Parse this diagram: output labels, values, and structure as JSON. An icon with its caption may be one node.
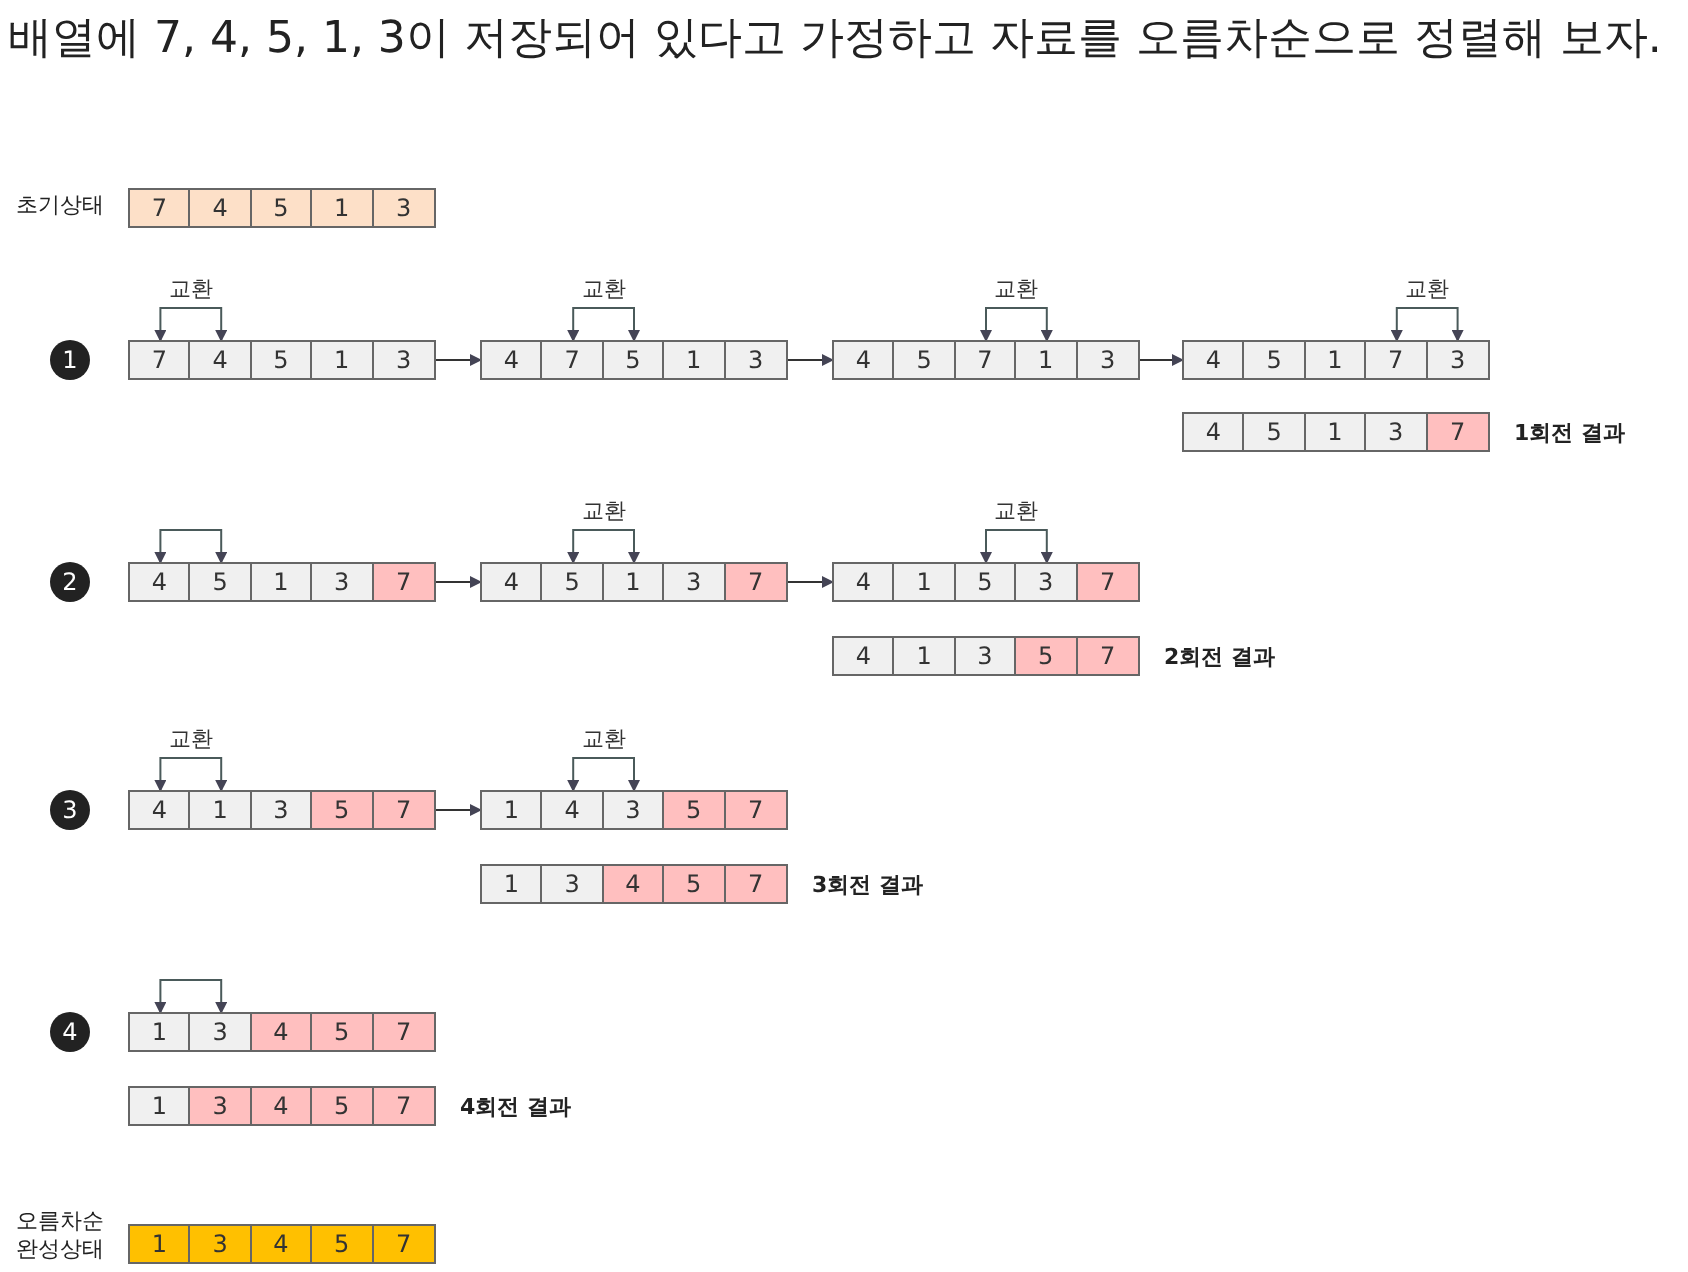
{
  "diagram": {
    "title": "배열에 7, 4, 5, 1, 3이 저장되어 있다고 가정하고 자료를 오름차순으로 정렬해 보자.",
    "nodes": [
      {
        "text": [],
        "shape": "box",
        "beside": [
          "초기상태"
        ]
      },
      {
        "text": [
          "7"
        ],
        "in": 0
      },
      {
        "text": [
          "4"
        ],
        "in": 0
      },
      {
        "text": [
          "5"
        ],
        "in": 0
      },
      {
        "text": [
          "1"
        ],
        "in": 0
      },
      {
        "text": [
          "3"
        ],
        "in": 0
      },
      {
        "text": [
          "1"
        ]
      },
      {
        "text": [],
        "shape": "box"
      },
      {
        "text": [
          "7"
        ],
        "in": 7
      },
      {
        "text": [
          "4"
        ],
        "in": 7
      },
      {
        "text": [
          "5"
        ],
        "in": 7
      },
      {
        "text": [
          "1"
        ],
        "in": 7
      },
      {
        "text": [
          "3"
        ],
        "in": 7
      },
      {
        "text": [],
        "shape": "box"
      },
      {
        "text": [
          "4"
        ],
        "in": 13
      },
      {
        "text": [
          "7"
        ],
        "in": 13
      },
      {
        "text": [
          "5"
        ],
        "in": 13
      },
      {
        "text": [
          "1"
        ],
        "in": 13
      },
      {
        "text": [
          "3"
        ],
        "in": 13
      },
      {
        "text": [],
        "shape": "box"
      },
      {
        "text": [
          "4"
        ],
        "in": 19
      },
      {
        "text": [
          "5"
        ],
        "in": 19
      },
      {
        "text": [
          "7"
        ],
        "in": 19
      },
      {
        "text": [
          "1"
        ],
        "in": 19
      },
      {
        "text": [
          "3"
        ],
        "in": 19
      },
      {
        "text": [],
        "shape": "box"
      },
      {
        "text": [
          "4"
        ],
        "in": 25
      },
      {
        "text": [
          "5"
        ],
        "in": 25
      },
      {
        "text": [
          "1"
        ],
        "in": 25
      },
      {
        "text": [
          "7"
        ],
        "in": 25
      },
      {
        "text": [
          "3"
        ],
        "in": 25
      },
      {
        "text": [],
        "shape": "box",
        "beside": [
          "1회전 결과"
        ]
      },
      {
        "text": [
          "4"
        ],
        "in": 31
      },
      {
        "text": [
          "5"
        ],
        "in": 31
      },
      {
        "text": [
          "1"
        ],
        "in": 31
      },
      {
        "text": [
          "3"
        ],
        "in": 31
      },
      {
        "text": [
          "7"
        ],
        "in": 31
      },
      {
        "text": [
          "2"
        ]
      },
      {
        "text": [],
        "shape": "box"
      },
      {
        "text": [
          "4"
        ],
        "in": 38
      },
      {
        "text": [
          "5"
        ],
        "in": 38
      },
      {
        "text": [
          "1"
        ],
        "in": 38
      },
      {
        "text": [
          "3"
        ],
        "in": 38
      },
      {
        "text": [
          "7"
        ],
        "in": 38
      },
      {
        "text": [],
        "shape": "box"
      },
      {
        "text": [
          "4"
        ],
        "in": 44
      },
      {
        "text": [
          "5"
        ],
        "in": 44
      },
      {
        "text": [
          "1"
        ],
        "in": 44
      },
      {
        "text": [
          "3"
        ],
        "in": 44
      },
      {
        "text": [
          "7"
        ],
        "in": 44
      },
      {
        "text": [],
        "shape": "box"
      },
      {
        "text": [
          "4"
        ],
        "in": 50
      },
      {
        "text": [
          "1"
        ],
        "in": 50
      },
      {
        "text": [
          "5"
        ],
        "in": 50
      },
      {
        "text": [
          "3"
        ],
        "in": 50
      },
      {
        "text": [
          "7"
        ],
        "in": 50
      },
      {
        "text": [],
        "shape": "box",
        "beside": [
          "2회전 결과"
        ]
      },
      {
        "text": [
          "4"
        ],
        "in": 56
      },
      {
        "text": [
          "1"
        ],
        "in": 56
      },
      {
        "text": [
          "3"
        ],
        "in": 56
      },
      {
        "text": [
          "5"
        ],
        "in": 56
      },
      {
        "text": [
          "7"
        ],
        "in": 56
      },
      {
        "text": [
          "3"
        ]
      },
      {
        "text": [],
        "shape": "box"
      },
      {
        "text": [
          "4"
        ],
        "in": 63
      },
      {
        "text": [
          "1"
        ],
        "in": 63
      },
      {
        "text": [
          "3"
        ],
        "in": 63
      },
      {
        "text": [
          "5"
        ],
        "in": 63
      },
      {
        "text": [
          "7"
        ],
        "in": 63
      },
      {
        "text": [],
        "shape": "box"
      },
      {
        "text": [
          "1"
        ],
        "in": 69
      },
      {
        "text": [
          "4"
        ],
        "in": 69
      },
      {
        "text": [
          "3"
        ],
        "in": 69
      },
      {
        "text": [
          "5"
        ],
        "in": 69
      },
      {
        "text": [
          "7"
        ],
        "in": 69
      },
      {
        "text": [],
        "shape": "box",
        "beside": [
          "3회전 결과"
        ]
      },
      {
        "text": [
          "1"
        ],
        "in": 75
      },
      {
        "text": [
          "3"
        ],
        "in": 75
      },
      {
        "text": [
          "4"
        ],
        "in": 75
      },
      {
        "text": [
          "5"
        ],
        "in": 75
      },
      {
        "text": [
          "7"
        ],
        "in": 75
      },
      {
        "text": [
          "4"
        ]
      },
      {
        "text": [],
        "shape": "box"
      },
      {
        "text": [
          "1"
        ],
        "in": 82
      },
      {
        "text": [
          "3"
        ],
        "in": 82
      },
      {
        "text": [
          "4"
        ],
        "in": 82
      },
      {
        "text": [
          "5"
        ],
        "in": 82
      },
      {
        "text": [
          "7"
        ],
        "in": 82
      },
      {
        "text": [],
        "shape": "box",
        "beside": [
          "4회전 결과"
        ]
      },
      {
        "text": [
          "1"
        ],
        "in": 88
      },
      {
        "text": [
          "3"
        ],
        "in": 88
      },
      {
        "text": [
          "4"
        ],
        "in": 88
      },
      {
        "text": [
          "5"
        ],
        "in": 88
      },
      {
        "text": [
          "7"
        ],
        "in": 88
      },
      {
        "text": [],
        "shape": "box",
        "beside": [
          "오름차순 완성상태"
        ]
      },
      {
        "text": [
          "1"
        ],
        "in": 94
      },
      {
        "text": [
          "3"
        ],
        "in": 94
      },
      {
        "text": [
          "4"
        ],
        "in": 94
      },
      {
        "text": [
          "5"
        ],
        "in": 94
      },
      {
        "text": [
          "7"
        ],
        "in": 94
      }
    ],
    "edges": [
      {
        "from": 8,
        "to": 9,
        "arrow": "both",
        "label": "교환"
      },
      {
        "from": 7,
        "to": 13,
        "arrow": "to"
      },
      {
        "from": 15,
        "to": 16,
        "arrow": "both",
        "label": "교환"
      },
      {
        "from": 13,
        "to": 19,
        "arrow": "to"
      },
      {
        "from": 22,
        "to": 23,
        "arrow": "both",
        "label": "교환"
      },
      {
        "from": 19,
        "to": 25,
        "arrow": "to"
      },
      {
        "from": 29,
        "to": 30,
        "arrow": "both",
        "label": "교환"
      },
      {
        "from": 39,
        "to": 40,
        "arrow": "both"
      },
      {
        "from": 38,
        "to": 44,
        "arrow": "to"
      },
      {
        "from": 46,
        "to": 47,
        "arrow": "both",
        "label": "교환"
      },
      {
        "from": 44,
        "to": 50,
        "arrow": "to"
      },
      {
        "from": 53,
        "to": 54,
        "arrow": "both",
        "label": "교환"
      },
      {
        "from": 64,
        "to": 65,
        "arrow": "both",
        "label": "교환"
      },
      {
        "from": 63,
        "to": 69,
        "arrow": "to"
      },
      {
        "from": 71,
        "to": 72,
        "arrow": "both",
        "label": "교환"
      },
      {
        "from": 83,
        "to": 84,
        "arrow": "both"
      }
    ]
  }
}
